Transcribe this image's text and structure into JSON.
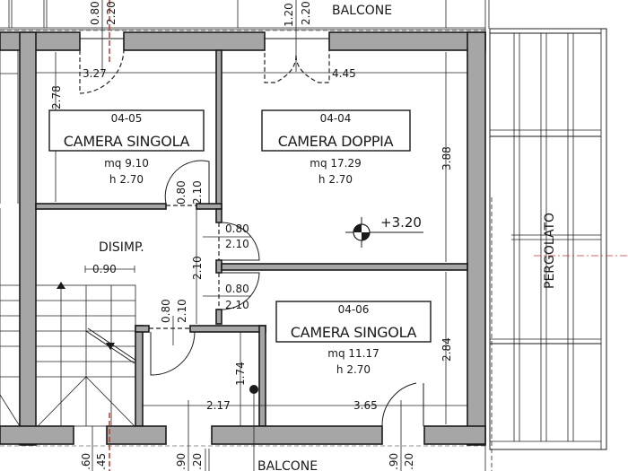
{
  "plan": {
    "rooms": [
      {
        "id": "04-05",
        "name": "CAMERA SINGOLA",
        "area": "mq 9.10",
        "height": "h 2.70"
      },
      {
        "id": "04-04",
        "name": "CAMERA DOPPIA",
        "area": "mq 17.29",
        "height": "h 2.70"
      },
      {
        "id": "04-06",
        "name": "CAMERA SINGOLA",
        "area": "mq 11.17",
        "height": "h 2.70"
      }
    ],
    "labels": {
      "balcone_top": "BALCONE",
      "balcone_bottom": "BALCONE",
      "disimpegno": "DISIMP.",
      "pergolato": "PERGOLATO"
    },
    "elevation_marker": "+3.20",
    "dimensions": {
      "top_window_left_w": "0.80",
      "top_window_left_h": "2.20",
      "top_window_right_w": "1.20",
      "top_window_right_h": "2.20",
      "room_0405_width": "3.27",
      "room_0405_depth": "2.78",
      "room_0404_width": "4.45",
      "room_0404_depth": "3.88",
      "room_0406_depth": "2.84",
      "room_0406_width": "3.65",
      "bath_width": "2.17",
      "bath_depth": "1.74",
      "disimp_width": "0.90",
      "disimp_depth": "2.10",
      "door_0405_w": "0.80",
      "door_0405_h": "2.10",
      "door_0404_w": "0.80",
      "door_0404_h": "2.10",
      "door_0406_w": "0.80",
      "door_0406_h": "2.10",
      "door_bath_w": "0.80",
      "door_bath_h": "2.10",
      "bottom_win_a": ".60",
      "bottom_win_b": ".45",
      "bottom_win_c": ".90",
      "bottom_win_d": ".20",
      "bottom_win_e": ".90",
      "bottom_win_f": ".20",
      "left_edge_partial": "2.78"
    }
  }
}
